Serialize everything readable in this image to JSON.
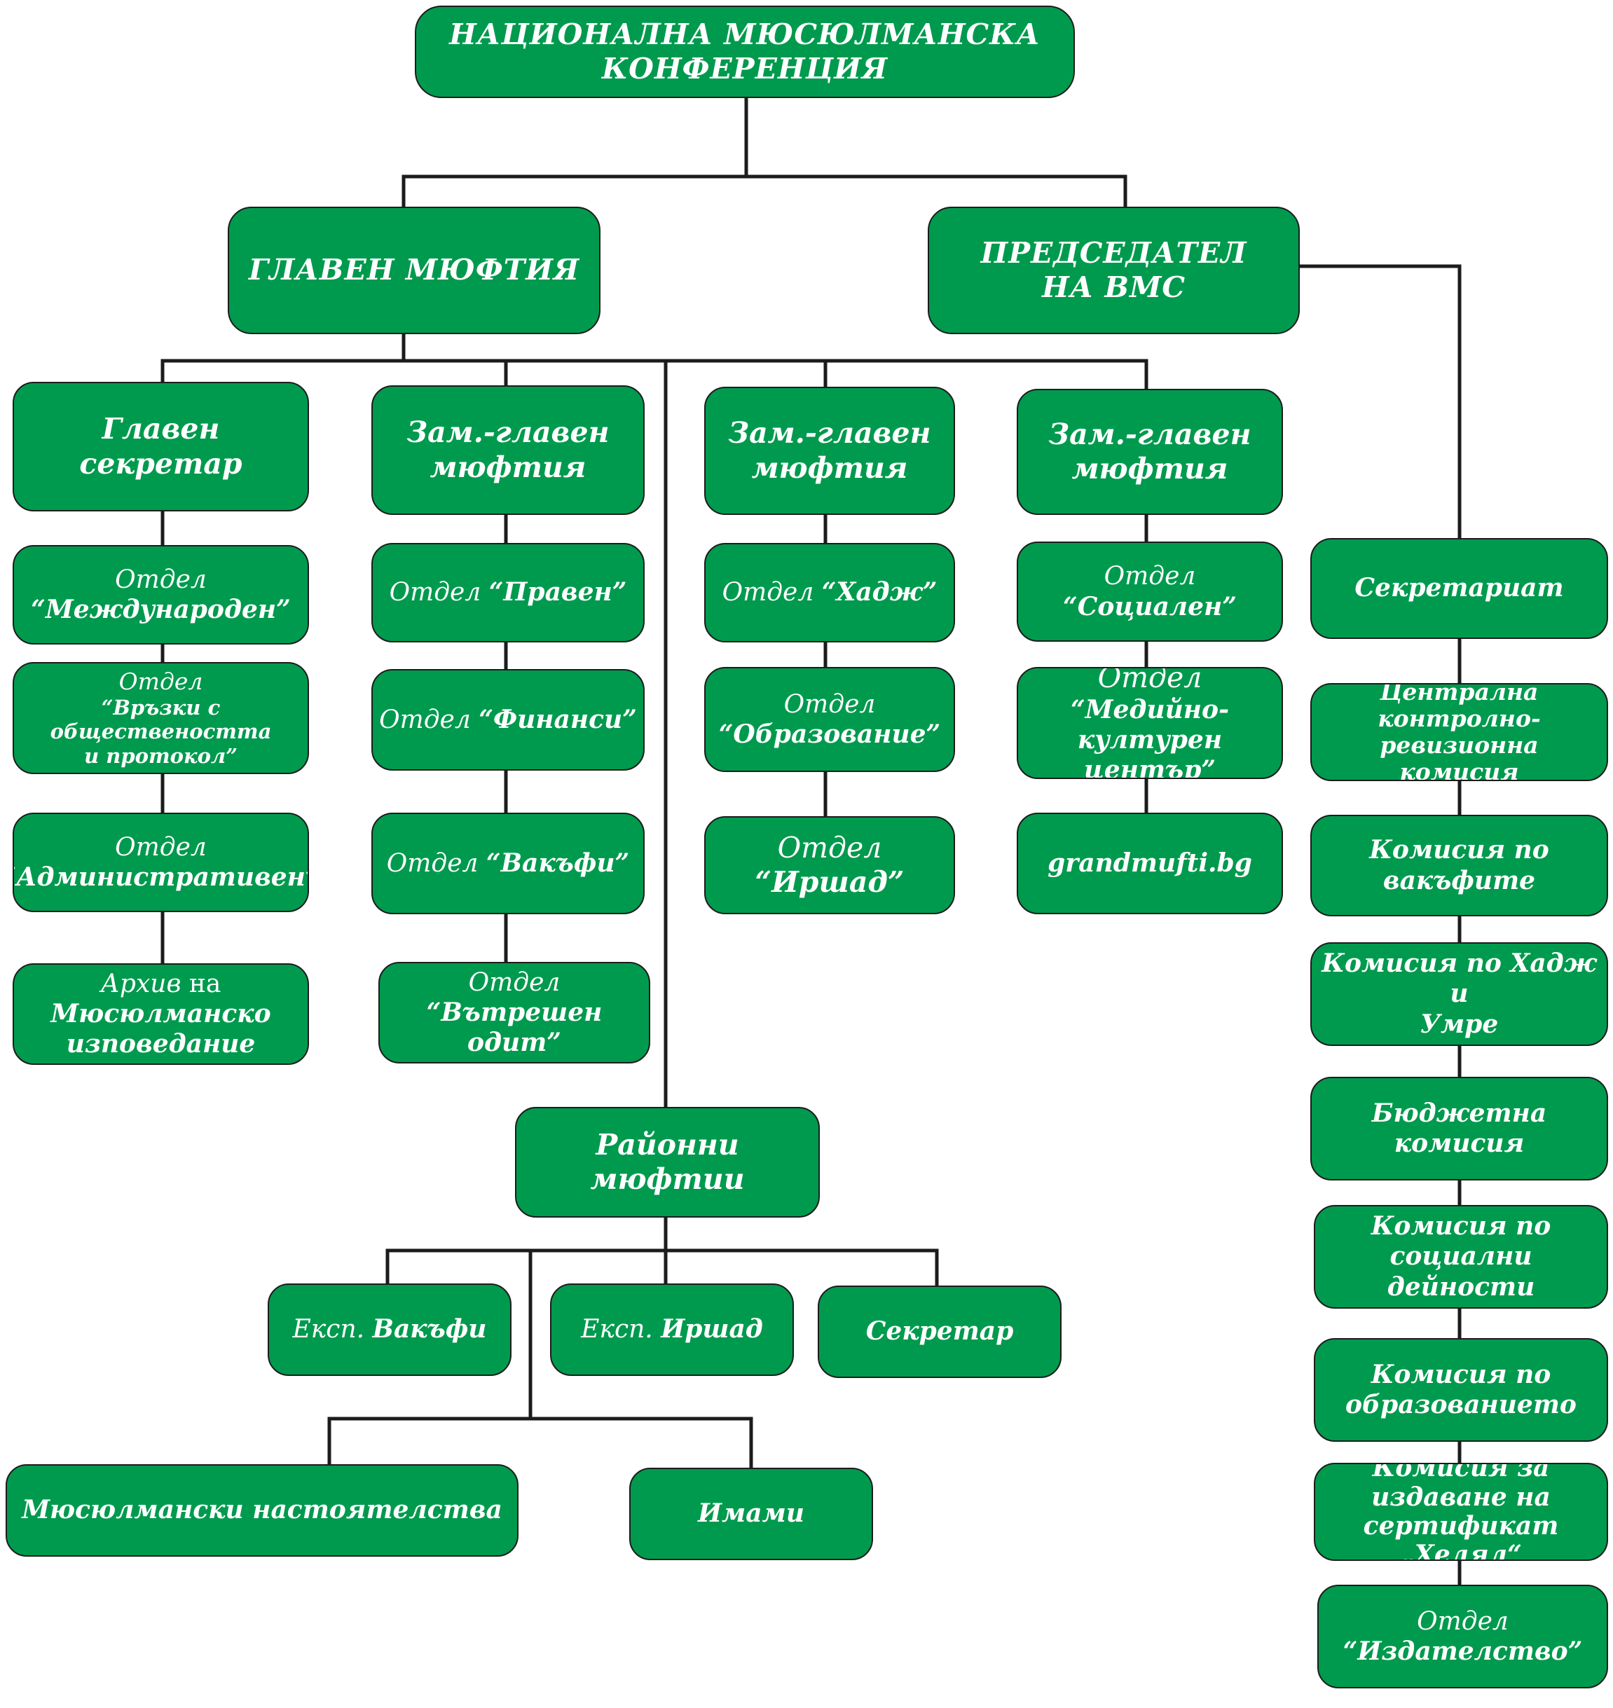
{
  "colors": {
    "box_fill": "#009a4e",
    "box_border": "#1c1c1c",
    "text": "#ffffff",
    "connector": "#1c1c1c"
  },
  "nodes": {
    "conference": {
      "l1": "НАЦИОНАЛНА МЮСЮЛМАНСКА",
      "l2": "КОНФЕРЕНЦИЯ"
    },
    "grand_mufti_office": {
      "l1": "ГЛАВЕН МЮФТИЯ"
    },
    "chairman": {
      "l1": "ПРЕДСЕДАТЕЛ",
      "l2": "НА ВМС"
    },
    "chief_secretary": {
      "l1": "Главен",
      "l2": "секретар"
    },
    "deputy_1": {
      "l1": "Зам.-главен",
      "l2": "мюфтия"
    },
    "deputy_2": {
      "l1": "Зам.-главен",
      "l2": "мюфтия"
    },
    "deputy_3": {
      "l1": "Зам.-главен",
      "l2": "мюфтия"
    },
    "dept_international": {
      "l1": "Отдел",
      "l2": "“Международен”"
    },
    "dept_pr": {
      "l1": "Отдел",
      "l2": "“Връзки с  обществеността",
      "l3": "и протокол”"
    },
    "dept_admin": {
      "l1": "Отдел",
      "l2": "“Административен”"
    },
    "archive": {
      "l1a": "Архив",
      "l1b": " на",
      "l2": "Мюсюлманско",
      "l3": "изповедание"
    },
    "dept_legal": {
      "a": "Отдел ",
      "b": "“Правен”"
    },
    "dept_finance": {
      "a": "Отдел ",
      "b": "“Финанси”"
    },
    "dept_waqf": {
      "a": "Отдел ",
      "b": "“Вакъфи”"
    },
    "dept_audit": {
      "l1": "Отдел",
      "l2": "“Вътрешен одит”"
    },
    "dept_hajj": {
      "a": "Отдел ",
      "b": "“Хадж”"
    },
    "dept_education": {
      "l1": "Отдел",
      "l2": "“Образование”"
    },
    "dept_irshad": {
      "a": "Отдел ",
      "b": "“Иршад”"
    },
    "dept_social": {
      "a": "Отдел ",
      "b": "“Социален”"
    },
    "dept_media": {
      "l1": "Отдел",
      "l2": "“Медийно-културен",
      "l3": "център”"
    },
    "website": {
      "l1": "grandmufti.bg"
    },
    "secretariat": {
      "l1": "Секретариат"
    },
    "central_audit": {
      "l1": "Централна",
      "l2": "контролно-",
      "l3": "ревизионна комисия"
    },
    "comm_waqf": {
      "l1": "Комисия по вакъфите"
    },
    "comm_hajj": {
      "l1": "Комисия по Хадж и",
      "l2": "Умре"
    },
    "comm_budget": {
      "l1": "Бюджетна комисия"
    },
    "comm_social": {
      "l1": "Комисия по социални",
      "l2": "дейности"
    },
    "comm_education": {
      "l1": "Комисия по",
      "l2": "образованието"
    },
    "comm_halal": {
      "l1": "Комисия за",
      "l2": "издаване на",
      "l3": "сертификат „Хелял“"
    },
    "dept_publishing": {
      "l1": "Отдел",
      "l2": "“Издателство”"
    },
    "regional_muftis": {
      "l1": "Районни мюфтии"
    },
    "expert_waqf": {
      "a": "Експ. ",
      "b": "Вакъфи"
    },
    "expert_irshad": {
      "a": "Експ. ",
      "b": "Иршад"
    },
    "secretary": {
      "l1": "Секретар"
    },
    "muslim_boards": {
      "l1": "Мюсюлмански настоятелства"
    },
    "imams": {
      "l1": "Имами"
    }
  }
}
